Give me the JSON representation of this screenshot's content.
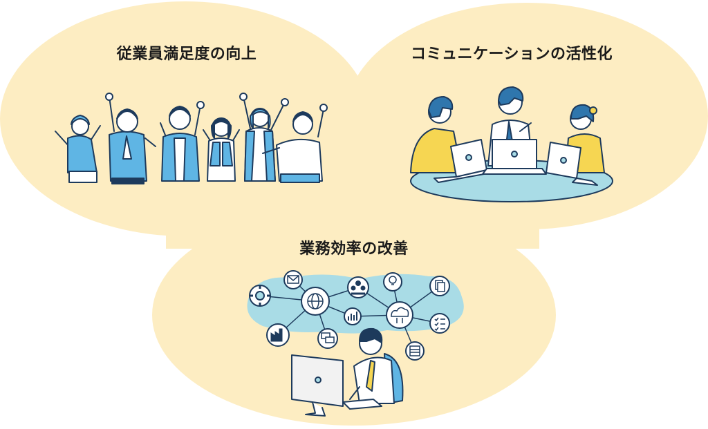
{
  "colors": {
    "blob": "#fdedc2",
    "accent_blue": "#5fb5e4",
    "mid_blue": "#2f76ad",
    "outline": "#1d3a5c",
    "network_bg": "#a9dce6",
    "yellow": "#f6d652",
    "skin": "#ffffff"
  },
  "topics": [
    {
      "title": "従業員満足度の向上",
      "illustration": "cheering-team-illustration"
    },
    {
      "title": "コミュニケーションの活性化",
      "illustration": "meeting-table-illustration"
    },
    {
      "title": "業務効率の改善",
      "illustration": "network-worker-illustration"
    }
  ],
  "network_icons": [
    "gear-icon",
    "mail-icon",
    "globe-icon",
    "team-icon",
    "lightbulb-icon",
    "documents-icon",
    "bar-chart-icon",
    "cloud-transfer-icon",
    "checklist-icon",
    "factory-icon",
    "chat-icon",
    "list-icon"
  ]
}
